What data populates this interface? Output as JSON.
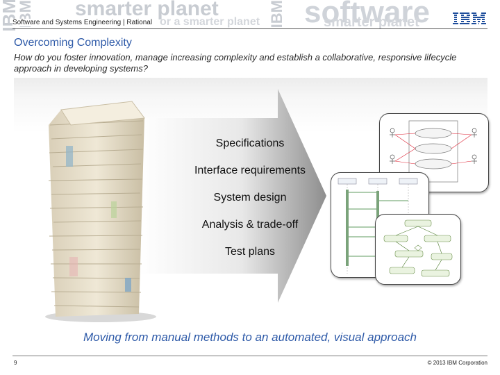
{
  "header": {
    "product_line": "Software and Systems Engineering | Rational",
    "logo": "IBM",
    "watermark_words": [
      "smarter planet",
      "software",
      "IBM",
      "smarter planet",
      "IBM",
      "IBM",
      "or a smarter planet",
      "smarter planet"
    ]
  },
  "slide": {
    "title": "Overcoming Complexity",
    "subtitle": "How do you foster innovation, manage increasing complexity and establish a collaborative, responsive lifecycle approach in developing systems?"
  },
  "arrow_items": [
    "Specifications",
    "Interface requirements",
    "System design",
    "Analysis & trade-off",
    "Test plans"
  ],
  "tagline": "Moving from manual methods to an automated, visual approach",
  "footer": {
    "page_number": "9",
    "copyright": "© 2013 IBM Corporation"
  },
  "colors": {
    "accent_blue": "#2e5aa8",
    "arrow_light": "#f2f2f2",
    "arrow_dark": "#9a9a9a",
    "ibm_blue": "#1f4e9c"
  },
  "icons": [
    "ibm-logo-icon",
    "paper-stack-image",
    "use-case-diagram-image",
    "sequence-diagram-image",
    "activity-diagram-image"
  ]
}
